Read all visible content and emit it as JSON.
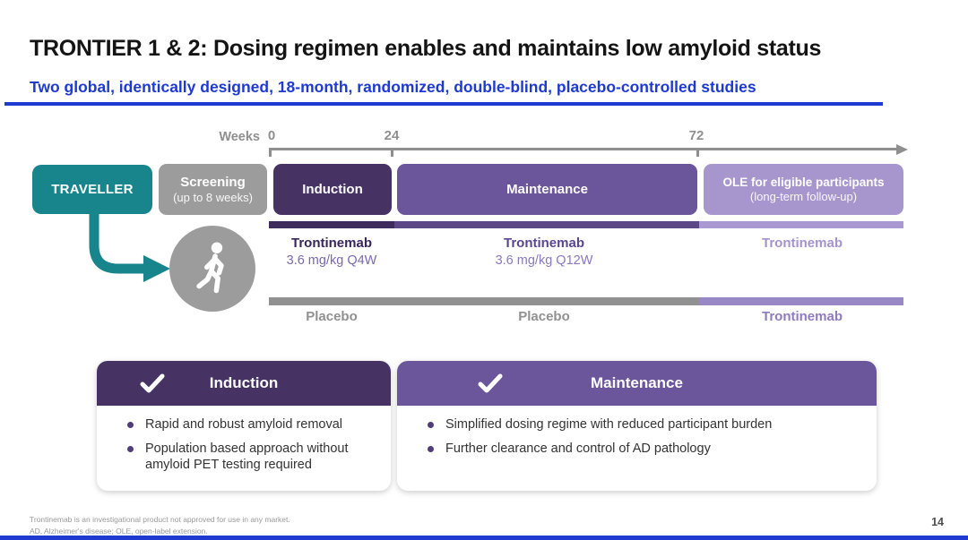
{
  "header": {
    "title": "TRONTIER 1 & 2: Dosing regimen enables and maintains low amyloid status",
    "subtitle": "Two global, identically designed, 18-month, randomized,  double-blind, placebo-controlled studies"
  },
  "timeline": {
    "weeks_label": "Weeks",
    "ticks": [
      "0",
      "24",
      "72"
    ],
    "traveller_label": "TRAVELLER",
    "phases": {
      "screening": {
        "label": "Screening",
        "sublabel": "(up to 8 weeks)"
      },
      "induction": {
        "label": "Induction"
      },
      "maintenance": {
        "label": "Maintenance"
      },
      "ole": {
        "label": "OLE for eligible participants",
        "sublabel": "(long-term follow-up)"
      }
    },
    "treatment_arm": {
      "cols": [
        {
          "drug": "Trontinemab",
          "dose": "3.6 mg/kg Q4W"
        },
        {
          "drug": "Trontinemab",
          "dose": "3.6 mg/kg Q12W"
        },
        {
          "drug": "Trontinemab",
          "dose": ""
        }
      ]
    },
    "placebo_arm": {
      "cols": [
        {
          "drug": "Placebo"
        },
        {
          "drug": "Placebo"
        },
        {
          "drug": "Trontinemab"
        }
      ]
    }
  },
  "cards": [
    {
      "title": "Induction",
      "bullets": [
        "Rapid and robust amyloid removal",
        "Population based approach without amyloid PET testing required"
      ]
    },
    {
      "title": "Maintenance",
      "bullets": [
        "Simplified  dosing regime with reduced participant burden",
        "Further clearance and control of AD pathology"
      ]
    }
  ],
  "footer": {
    "lines": [
      "Trontinemab is an investigational product not approved for use in any market.",
      "AD, Alzheimer's disease; OLE, open-label extension."
    ],
    "page": "14"
  },
  "colors": {
    "blue": "#1e3ad0",
    "teal": "#17858b",
    "gray_box": "#9c9c9c",
    "axis_gray": "#8f8f8f",
    "purple_dark": "#463364",
    "purple_mid": "#6b559b",
    "purple_light": "#a795ce",
    "bar_darkest": "#3d2b5c",
    "bar_mid": "#5c4887",
    "bar_light": "#a998d1",
    "bar_gray": "#919191",
    "bar_placebo_purple": "#9a87c6"
  }
}
